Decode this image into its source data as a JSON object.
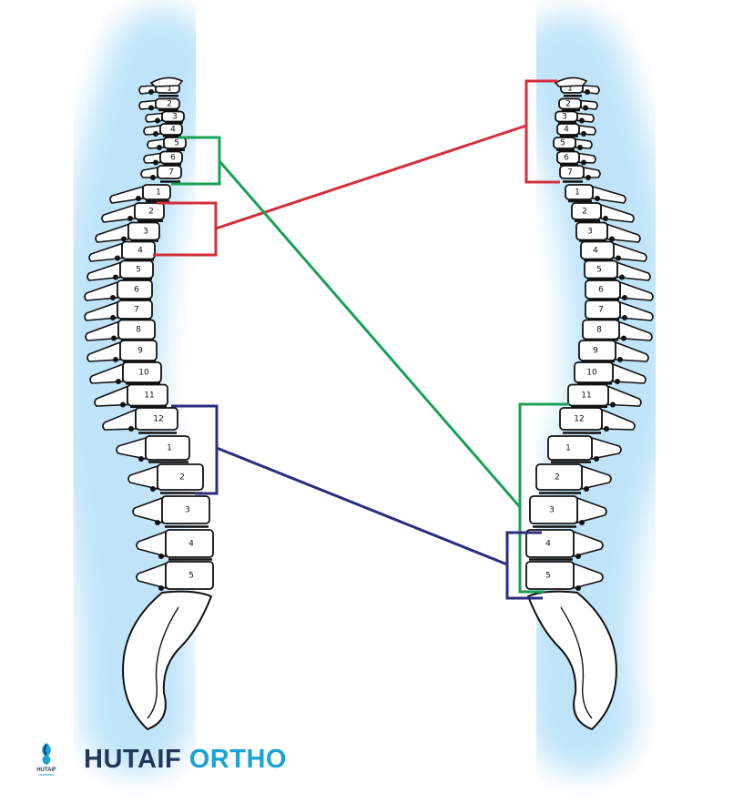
{
  "brand": {
    "name_primary": "HUTAIF",
    "name_accent": "ORTHO",
    "logo_text": "HUTAIF",
    "primary_color": "#213a5c",
    "accent_color": "#1aa3d4"
  },
  "spine_labels": {
    "cervical": [
      "1",
      "2",
      "3",
      "4",
      "5",
      "6",
      "7"
    ],
    "thoracic": [
      "1",
      "2",
      "3",
      "4",
      "5",
      "6",
      "7",
      "8",
      "9",
      "10",
      "11",
      "12"
    ],
    "lumbar": [
      "1",
      "2",
      "3",
      "4",
      "5"
    ]
  },
  "connector_colors": {
    "cervical": "#d32f3a",
    "thoracic": "#18a055",
    "lumbar": "#2b2c7e"
  }
}
